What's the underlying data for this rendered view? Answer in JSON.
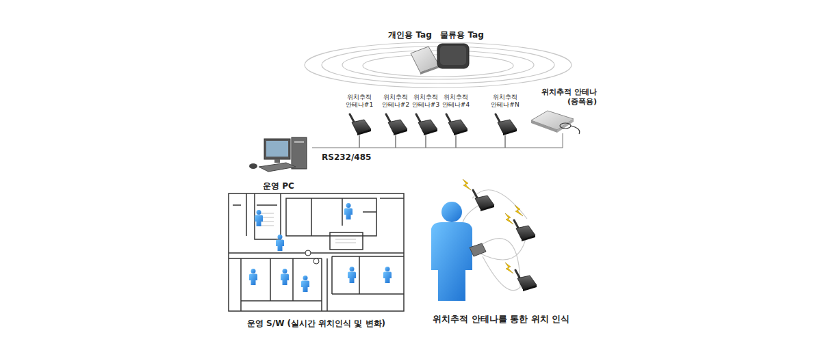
{
  "diagram": {
    "nodes": [
      {
        "text": [
          "개인용 Tag"
        ]
      },
      {
        "text": [
          "물류용 Tag"
        ]
      },
      {
        "text": [
          "위치추적 안테나#1"
        ]
      },
      {
        "text": [
          "위치추적 안테나#2"
        ]
      },
      {
        "text": [
          "위치추적 안테나#3"
        ]
      },
      {
        "text": [
          "위치추적 안테나#4"
        ]
      },
      {
        "text": [
          "위치추적 안테나#N"
        ]
      },
      {
        "text": [
          "위치추적 안테나 (증폭용)"
        ]
      },
      {
        "text": [
          "운영 PC"
        ]
      },
      {
        "text": [
          "운영 S/W (실시간 위치인식 및 변화)"
        ]
      }
    ],
    "edges": [
      {
        "from": 8,
        "to": 2,
        "label": "RS232/485",
        "arrow": "none"
      },
      {
        "from": 2,
        "to": 3,
        "arrow": "none"
      },
      {
        "from": 3,
        "to": 4,
        "arrow": "none"
      },
      {
        "from": 4,
        "to": 5,
        "arrow": "none"
      },
      {
        "from": 5,
        "to": 6,
        "arrow": "none"
      },
      {
        "from": 6,
        "to": 7,
        "arrow": "none"
      }
    ],
    "labels": [
      "위치추적 안테나를 통한 위치 인식"
    ]
  }
}
